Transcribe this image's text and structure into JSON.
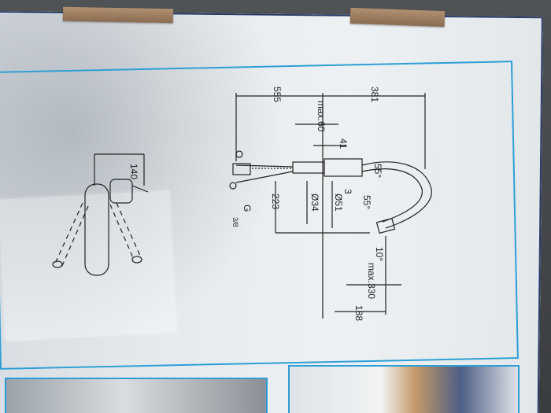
{
  "scene": {
    "description_tag": "product box with faucet dimension drawing"
  },
  "colors": {
    "frame_blue": "#2d9fd6",
    "line": "#222222",
    "tape": "#9a7a5e"
  },
  "dimensions": {
    "d555": "555",
    "d381": "381",
    "d140": "140",
    "max60": "max.60",
    "d41": "41",
    "d3": "3",
    "angle55a": "55°",
    "angle55b": "55°",
    "d223": "223",
    "dia34": "Ø34",
    "dia51": "Ø51",
    "g38": "G",
    "g38_frac": "3/8",
    "angle10": "10°",
    "max330": "max.330",
    "d188": "188"
  }
}
